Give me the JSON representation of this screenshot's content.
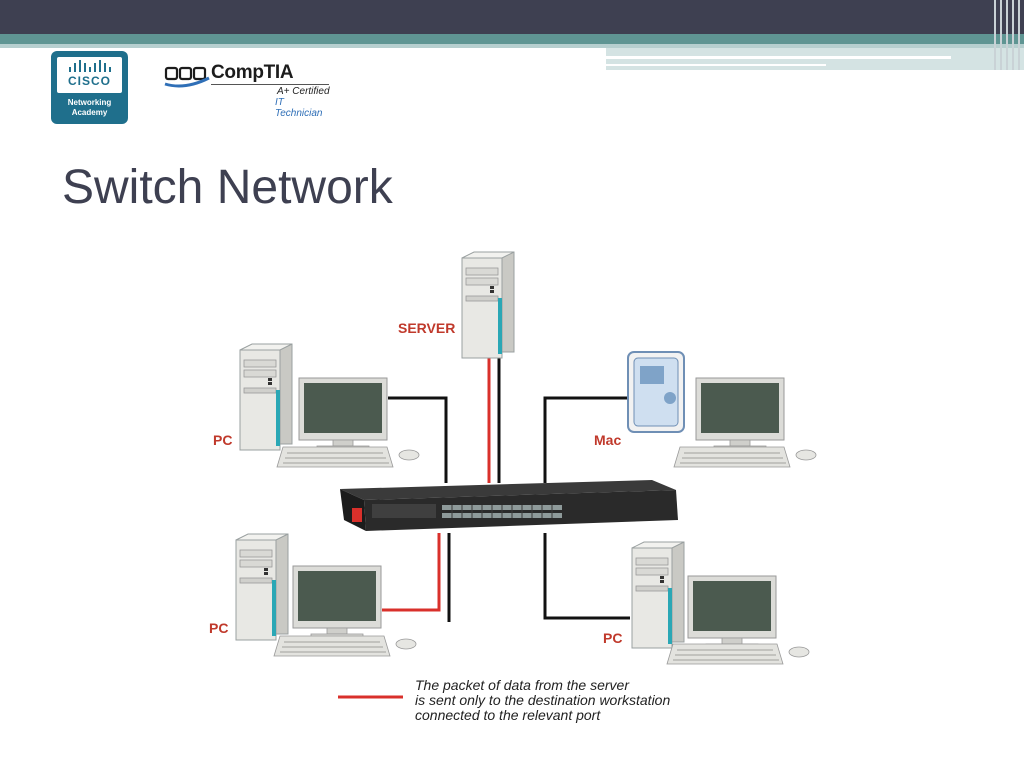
{
  "slide": {
    "title": "Switch Network"
  },
  "logos": {
    "cisco": {
      "wordmark": "CISCO",
      "sub1": "Networking",
      "sub2": "Academy",
      "color": "#1f6f8c"
    },
    "comptia": {
      "wordmark": "CompTIA",
      "cert_line": "A+ Certified",
      "tech_line": "IT Technician"
    }
  },
  "diagram": {
    "nodes": [
      {
        "id": "server",
        "label": "SERVER"
      },
      {
        "id": "pc-top-left",
        "label": "PC"
      },
      {
        "id": "mac",
        "label": "Mac"
      },
      {
        "id": "pc-bottom-left",
        "label": "PC"
      },
      {
        "id": "pc-bottom-right",
        "label": "PC"
      }
    ],
    "legend": {
      "line1": "The packet of data  from the server",
      "line2": "is sent only to the destination workstation",
      "line3": "connected to the relevant port"
    },
    "colors": {
      "data_path": "#d9302b",
      "cable": "#111111",
      "label": "#c0392b",
      "switch": "#2a2a2a",
      "monitor_screen": "#4b5a4f",
      "case": "#e6e6e2"
    }
  }
}
